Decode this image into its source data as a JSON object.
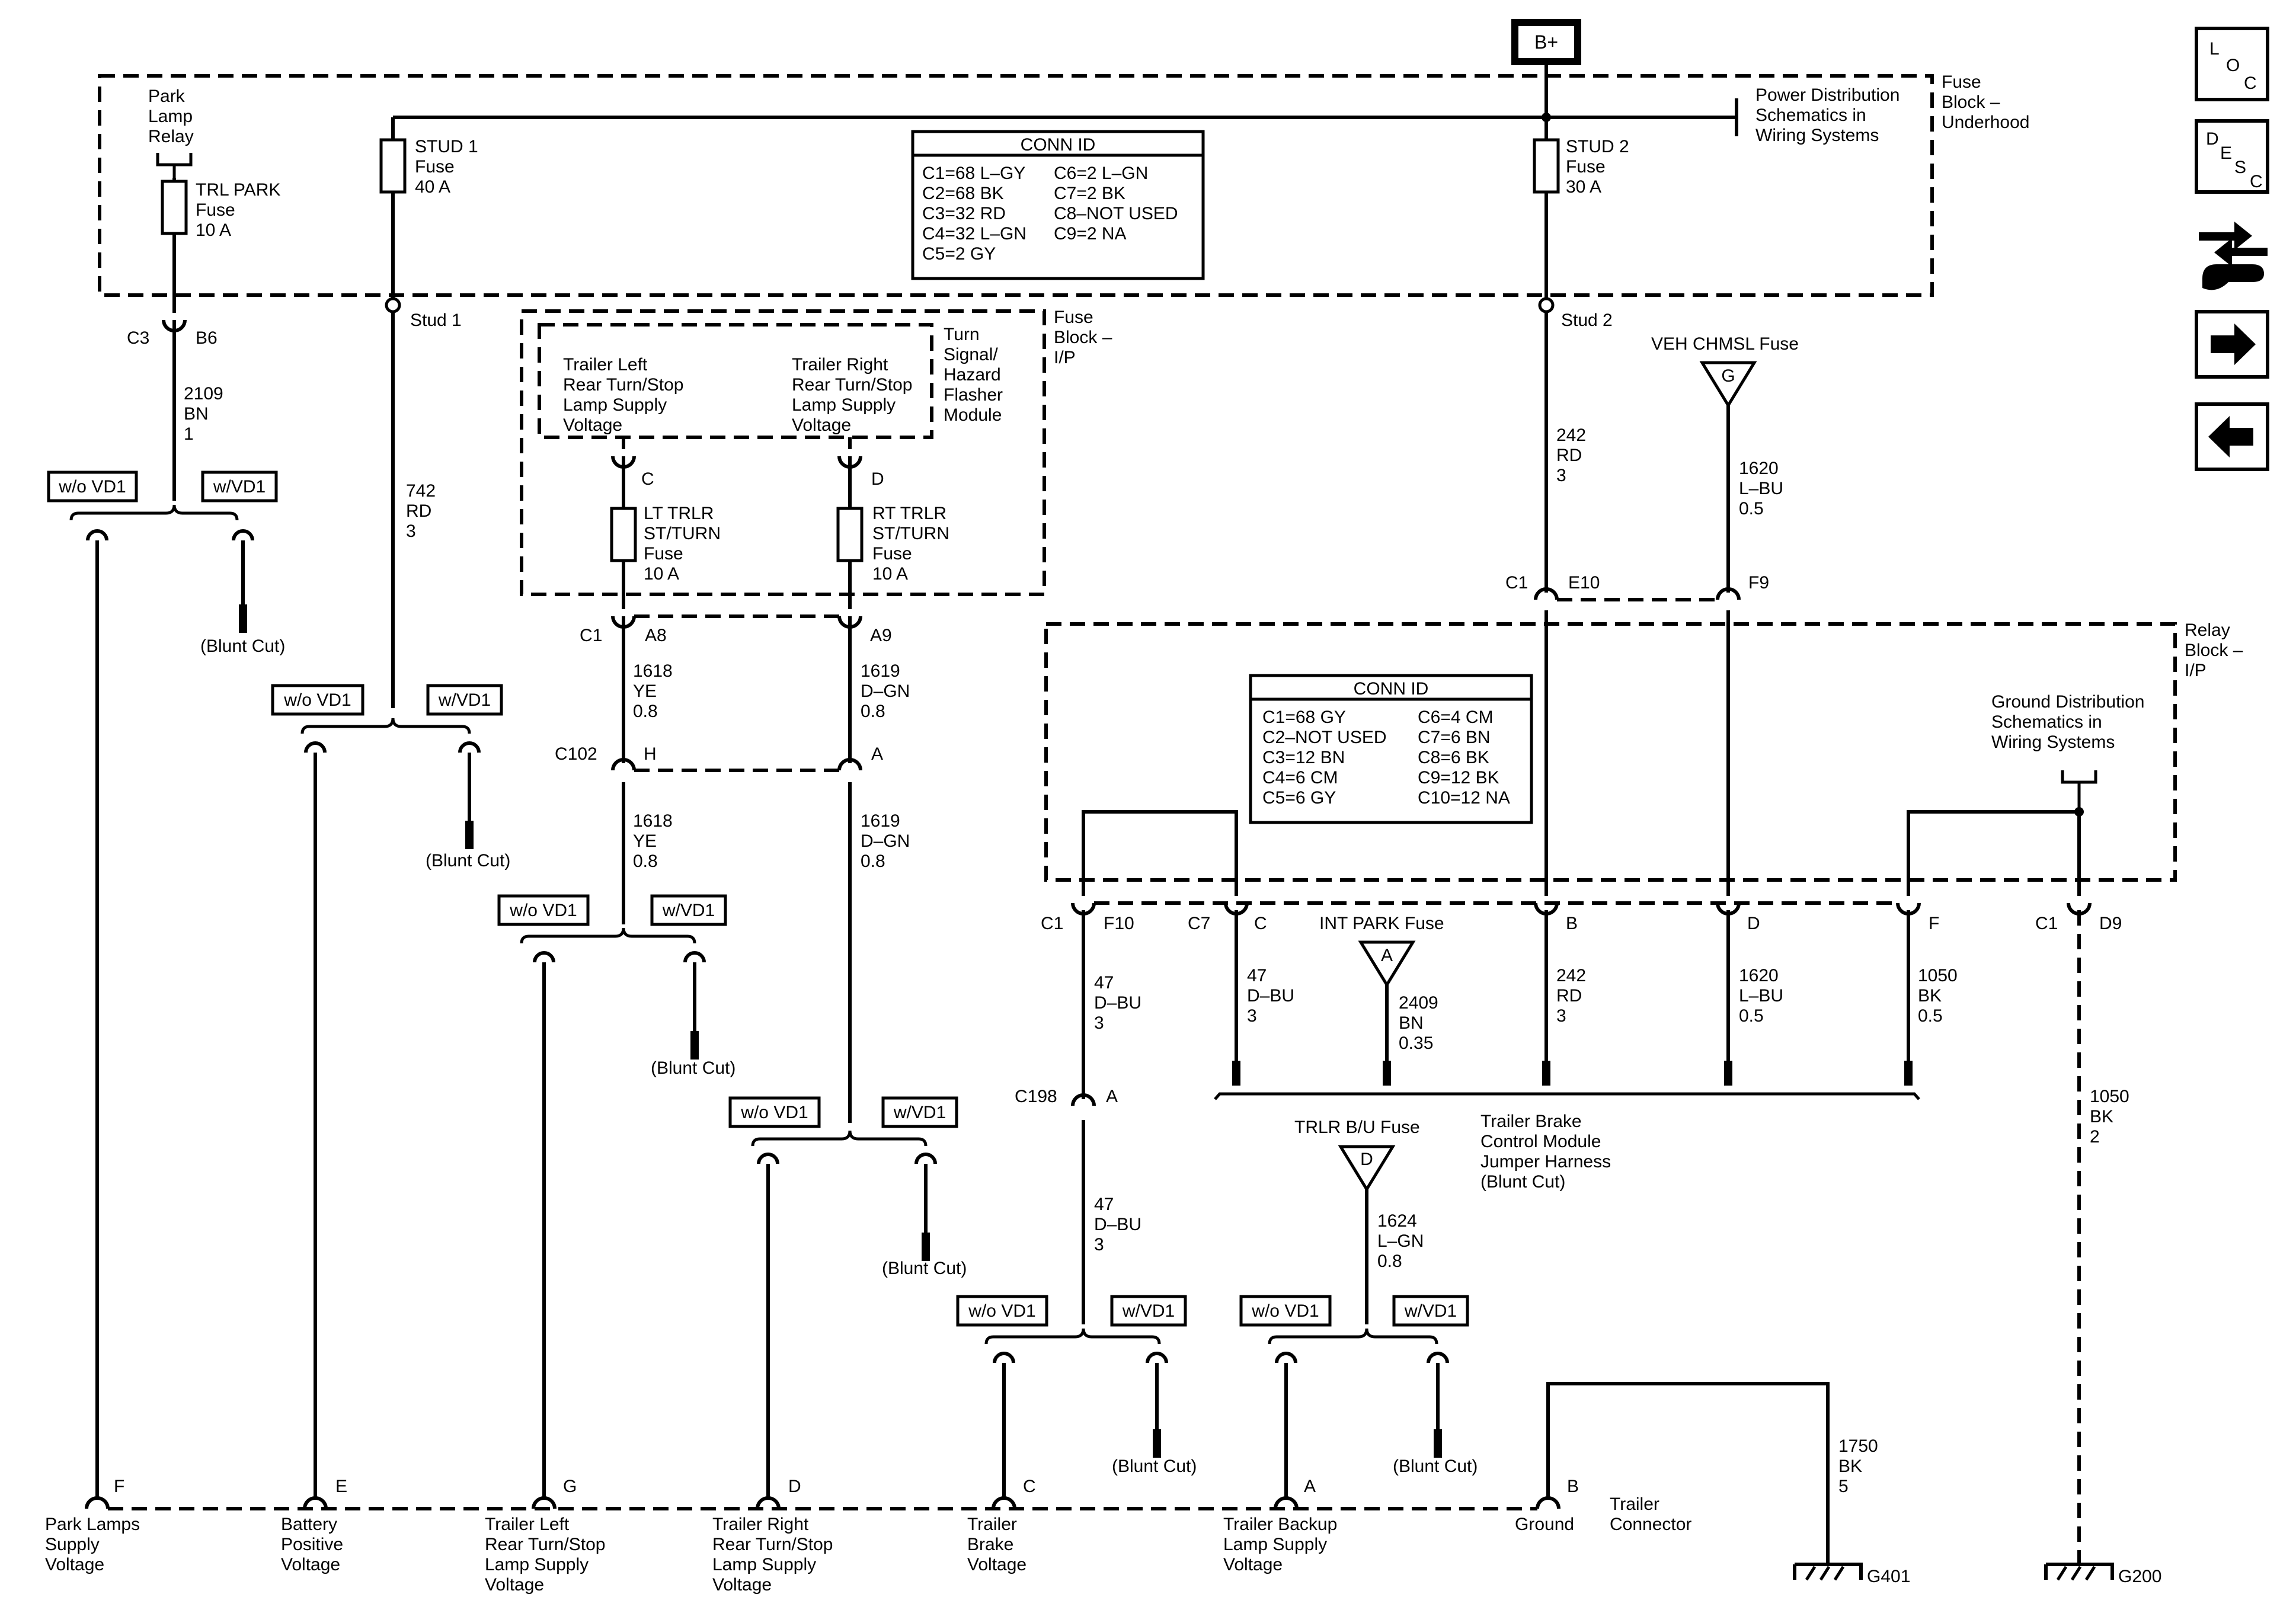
{
  "blocks": {
    "underhood": [
      "Fuse",
      "Block –",
      "Underhood"
    ],
    "ip": [
      "Fuse",
      "Block –",
      "I/P"
    ],
    "relay": [
      "Relay",
      "Block –",
      "I/P"
    ],
    "flasher": [
      "Turn",
      "Signal/",
      "Hazard",
      "Flasher",
      "Module"
    ]
  },
  "power": {
    "bplus": "B+",
    "pdist": [
      "Power Distribution",
      "Schematics in",
      "Wiring Systems"
    ],
    "gdist": [
      "Ground Distribution",
      "Schematics in",
      "Wiring Systems"
    ]
  },
  "relay_label": [
    "Park",
    "Lamp",
    "Relay"
  ],
  "fuses": {
    "trl_park": [
      "TRL PARK",
      "Fuse",
      "10 A"
    ],
    "stud1": [
      "STUD 1",
      "Fuse",
      "40 A"
    ],
    "stud2": [
      "STUD 2",
      "Fuse",
      "30 A"
    ],
    "lt": [
      "LT TRLR",
      "ST/TURN",
      "Fuse",
      "10 A"
    ],
    "rt": [
      "RT TRLR",
      "ST/TURN",
      "Fuse",
      "10 A"
    ],
    "veh": "VEH CHMSL Fuse",
    "int_park": "INT PARK Fuse",
    "trlr_bu": "TRLR B/U Fuse",
    "veh_letter": "G",
    "int_letter": "A",
    "bu_letter": "D"
  },
  "conn_id_1": {
    "title": "CONN ID",
    "left": [
      "C1=68 L–GY",
      "C2=68 BK",
      "C3=32 RD",
      "C4=32 L–GN",
      "C5=2 GY"
    ],
    "right": [
      "C6=2 L–GN",
      "C7=2 BK",
      "C8–NOT USED",
      "C9=2 NA"
    ]
  },
  "conn_id_2": {
    "title": "CONN ID",
    "left": [
      "C1=68 GY",
      "C2–NOT USED",
      "C3=12 BN",
      "C4=6 CM",
      "C5=6 GY"
    ],
    "right": [
      "C6=4 CM",
      "C7=6 BN",
      "C8=6 BK",
      "C9=12 BK",
      "C10=12 NA"
    ]
  },
  "flasher_outputs": {
    "left": [
      "Trailer Left",
      "Rear Turn/Stop",
      "Lamp Supply",
      "Voltage"
    ],
    "right": [
      "Trailer Right",
      "Rear Turn/Stop",
      "Lamp Supply",
      "Voltage"
    ]
  },
  "studs": {
    "s1": "Stud 1",
    "s2": "Stud 2"
  },
  "connectors": {
    "c3": "C3",
    "b6": "B6",
    "c": "C",
    "d": "D",
    "c1a": "C1",
    "a8": "A8",
    "a9": "A9",
    "c102": "C102",
    "h": "H",
    "a": "A",
    "c1b": "C1",
    "e10": "E10",
    "f9": "F9",
    "c1c": "C1",
    "f10": "F10",
    "c7": "C7",
    "cc": "C",
    "b": "B",
    "dd": "D",
    "f": "F",
    "c1d": "C1",
    "d9": "D9",
    "c198": "C198",
    "a198": "A"
  },
  "wires": {
    "w2109": [
      "2109",
      "BN",
      "1"
    ],
    "w742": [
      "742",
      "RD",
      "3"
    ],
    "w242a": [
      "242",
      "RD",
      "3"
    ],
    "w1620a": [
      "1620",
      "L–BU",
      "0.5"
    ],
    "w1618a": [
      "1618",
      "YE",
      "0.8"
    ],
    "w1619a": [
      "1619",
      "D–GN",
      "0.8"
    ],
    "w1618b": [
      "1618",
      "YE",
      "0.8"
    ],
    "w1619b": [
      "1619",
      "D–GN",
      "0.8"
    ],
    "w47a": [
      "47",
      "D–BU",
      "3"
    ],
    "w47b": [
      "47",
      "D–BU",
      "3"
    ],
    "w47c": [
      "47",
      "D–BU",
      "3"
    ],
    "w2409": [
      "2409",
      "BN",
      "0.35"
    ],
    "w242b": [
      "242",
      "RD",
      "3"
    ],
    "w1620b": [
      "1620",
      "L–BU",
      "0.5"
    ],
    "w1050a": [
      "1050",
      "BK",
      "0.5"
    ],
    "w1050b": [
      "1050",
      "BK",
      "2"
    ],
    "w1624": [
      "1624",
      "L–GN",
      "0.8"
    ],
    "w1750": [
      "1750",
      "BK",
      "5"
    ]
  },
  "options": {
    "wo": "w/o VD1",
    "w": "w/VD1",
    "blunt": "(Blunt Cut)"
  },
  "harness": [
    "Trailer Brake",
    "Control Module",
    "Jumper Harness",
    "(Blunt Cut)"
  ],
  "trailer_connector": {
    "label": [
      "Trailer",
      "Connector"
    ],
    "pins": [
      {
        "pin": "F",
        "lines": [
          "Park Lamps",
          "Supply",
          "Voltage"
        ]
      },
      {
        "pin": "E",
        "lines": [
          "Battery",
          "Positive",
          "Voltage"
        ]
      },
      {
        "pin": "G",
        "lines": [
          "Trailer Left",
          "Rear Turn/Stop",
          "Lamp Supply",
          "Voltage"
        ]
      },
      {
        "pin": "D",
        "lines": [
          "Trailer Right",
          "Rear Turn/Stop",
          "Lamp Supply",
          "Voltage"
        ]
      },
      {
        "pin": "C",
        "lines": [
          "Trailer",
          "Brake",
          "Voltage"
        ]
      },
      {
        "pin": "A",
        "lines": [
          "Trailer Backup",
          "Lamp Supply",
          "Voltage"
        ]
      },
      {
        "pin": "B",
        "lines": [
          "Ground"
        ]
      }
    ]
  },
  "grounds": {
    "g401": "G401",
    "g200": "G200"
  },
  "nav": {
    "loc": [
      "L",
      "O",
      "C"
    ],
    "desc": [
      "D",
      "E",
      "S",
      "C"
    ],
    "icons": [
      "diagnostic-wrench-icon",
      "arrow-right-icon",
      "arrow-left-icon"
    ]
  }
}
